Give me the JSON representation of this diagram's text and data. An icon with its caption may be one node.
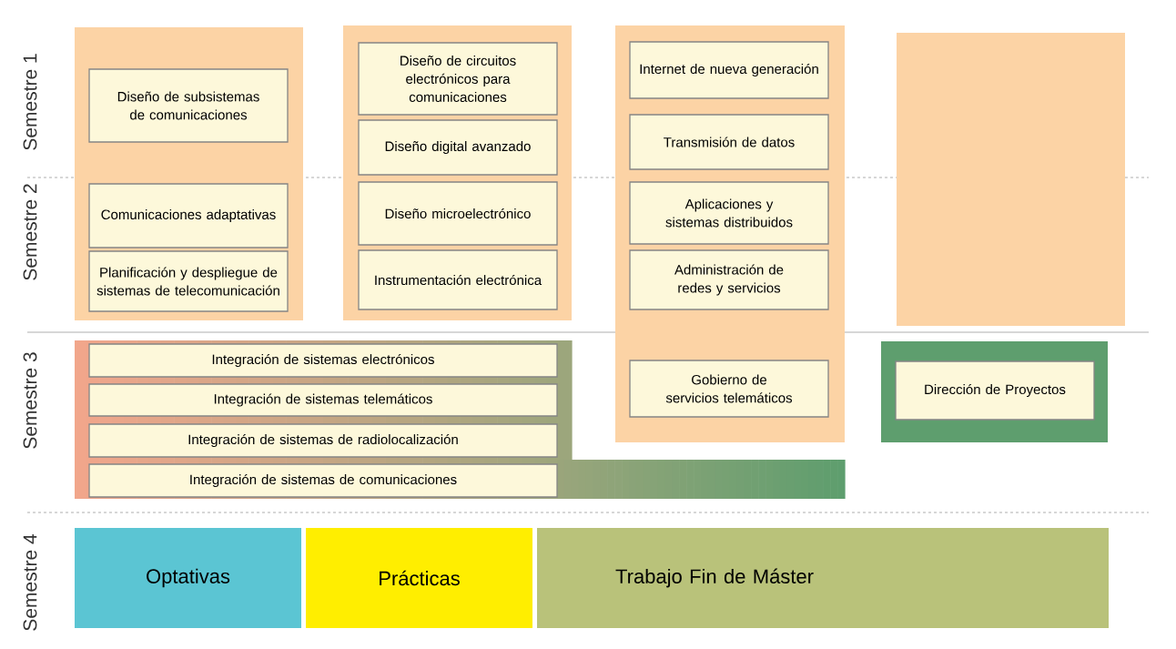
{
  "diagram": {
    "nodes": [
      {
        "text": [],
        "shape": "box"
      },
      {
        "text": [
          "Diseño de subsistemas de comunicaciones"
        ],
        "in": 0
      },
      {
        "text": [
          "Comunicaciones adaptativas"
        ],
        "in": 0
      },
      {
        "text": [
          "Planificación y despliegue de sistemas de telecomunicación"
        ],
        "in": 0
      },
      {
        "text": [],
        "shape": "box"
      },
      {
        "text": [
          "Diseño de circuitos electrónicos para comunicaciones"
        ],
        "in": 4
      },
      {
        "text": [
          "Diseño digital avanzado"
        ],
        "in": 4
      },
      {
        "text": [
          "Diseño microelectrónico"
        ],
        "in": 4
      },
      {
        "text": [
          "Instrumentación electrónica"
        ],
        "in": 4
      },
      {
        "text": [],
        "shape": "box"
      },
      {
        "text": [
          "Internet de nueva generación"
        ],
        "in": 9
      },
      {
        "text": [
          "Transmisión de datos"
        ],
        "in": 9
      },
      {
        "text": [
          "Aplicaciones y sistemas distribuidos"
        ],
        "in": 9
      },
      {
        "text": [
          "Administración de redes y servicios"
        ],
        "in": 9
      },
      {
        "text": [
          "Gobierno de servicios telemáticos"
        ]
      },
      {
        "text": [],
        "shape": "box"
      },
      {
        "text": [],
        "shape": "box"
      },
      {
        "text": [
          "Integración de sistemas electrónicos"
        ],
        "in": 16
      },
      {
        "text": [
          "Integración de sistemas telemáticos"
        ],
        "in": 16
      },
      {
        "text": [
          "Integración de sistemas de radiolocalización"
        ],
        "in": 16
      },
      {
        "text": [
          "Integración de sistemas de comunicaciones"
        ],
        "in": 16
      },
      {
        "text": [],
        "shape": "box"
      },
      {
        "text": [
          "Dirección de Proyectos"
        ],
        "in": 21
      },
      {
        "text": [
          "Optativas"
        ]
      },
      {
        "text": [
          "Prácticas"
        ]
      },
      {
        "text": [
          "Trabajo Fin de Máster"
        ]
      }
    ],
    "labels": [
      "Semestre 1",
      "Semestre 2",
      "Semestre 3",
      "Semestre 4"
    ]
  }
}
